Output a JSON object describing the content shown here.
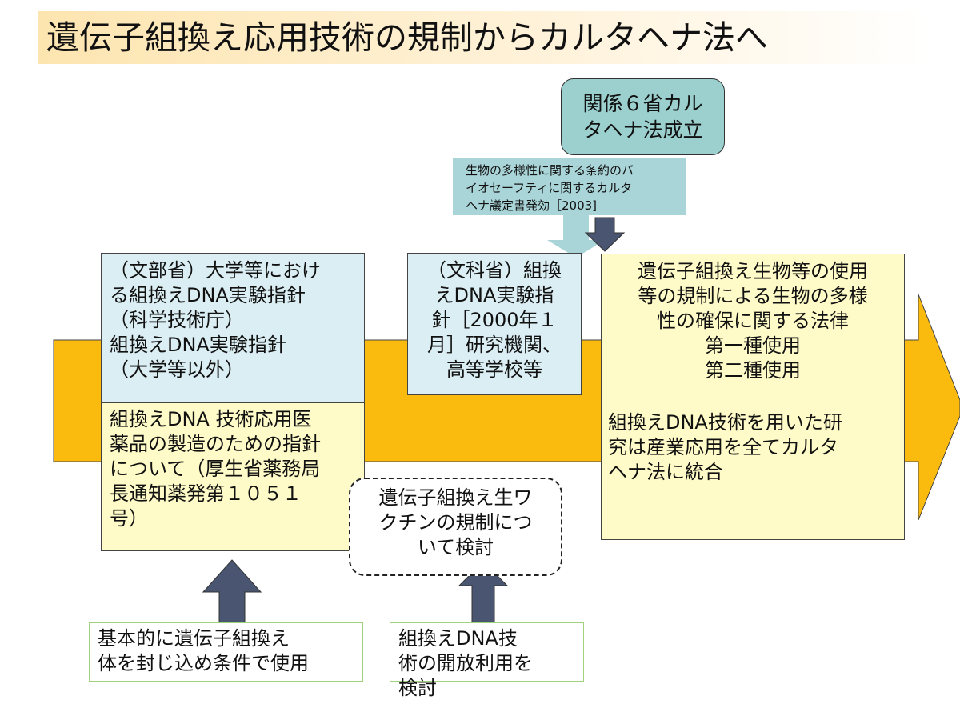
{
  "title": "遺伝子組換え応用技術の規制からカルタヘナ法へ",
  "top_box": "関係６省カル\nタヘナ法成立",
  "protocol_box": "生物の多様性に関する条約のバ\nイオセーフティに関するカルタ\nヘナ議定書発効［2003]",
  "box_monbu": "（文部省）大学等におけ\nる組換えDNA実験指針\n（科学技術庁）\n組換えDNA実験指針\n（大学等以外）",
  "box_kosei": "組換えDNA 技術応用医\n薬品の製造のための指針\nについて（厚生省薬務局\n長通知薬発第１０５１\n号）",
  "box_monka": "（文科省）組換\nえDNA実験指\n針［2000年１\n月］研究機関、\n高等学校等",
  "box_law_title": "遺伝子組換え生物等の使用\n等の規制による生物の多様\n性の確保に関する法律\n第一種使用\n第二種使用",
  "box_law_note": "組換えDNA技術を用いた研\n究は産業応用を全てカルタ\nヘナ法に統合",
  "box_vaccine": "遺伝子組換え生ワ\nクチンの規制につ\nいて検討",
  "box_contain": "基本的に遺伝子組換え\n体を封じ込め条件で使用",
  "box_open": "組換えDNA技\n術の開放利用を\n検討",
  "colors": {
    "arrow_main": "#fbbb0e",
    "light_blue": "#dbeef3",
    "light_yellow": "#fffbc8",
    "dark_arrow": "#4a5571",
    "teal": "#a9d4d8",
    "top_box": "#9bd0cf"
  }
}
